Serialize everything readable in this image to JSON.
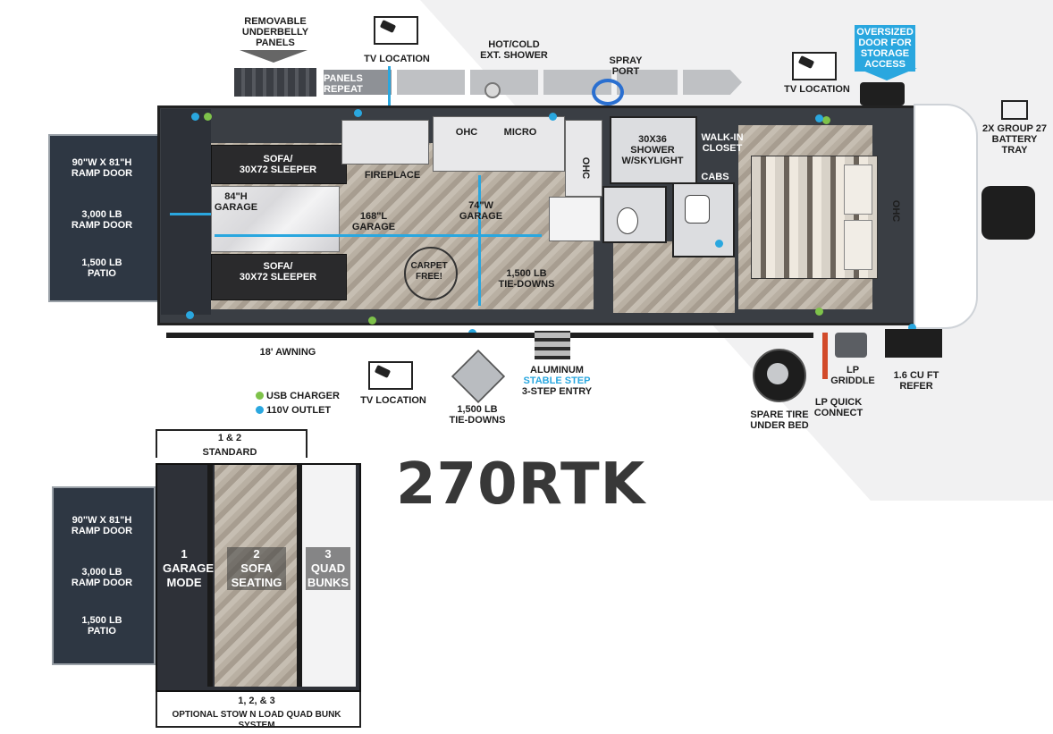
{
  "model": "270RTK",
  "top_labels": {
    "removable_underbelly": "REMOVABLE\nUNDERBELLY\nPANELS",
    "panels_repeat": "PANELS\nREPEAT",
    "tv_location_top": "TV LOCATION",
    "hot_cold_shower": "HOT/COLD\nEXT. SHOWER",
    "spray_port": "SPRAY\nPORT",
    "tv_location_right": "TV LOCATION",
    "oversized_door": "OVERSIZED\nDOOR FOR\nSTORAGE\nACCESS",
    "battery_tray": "2X GROUP 27\nBATTERY\nTRAY"
  },
  "ramp_labels": {
    "ramp_door_size": "90\"W x 81\"H\nRAMP DOOR",
    "ramp_door_weight": "3,000 LB\nRAMP DOOR",
    "patio": "1,500 LB\nPATIO"
  },
  "interior_labels": {
    "sofa_top": "SOFA/\n30x72 SLEEPER",
    "sofa_bottom": "SOFA/\n30x72 SLEEPER",
    "garage_height": "84\"H\nGARAGE",
    "garage_length": "168\"L\nGARAGE",
    "garage_width": "74\"W\nGARAGE",
    "fireplace": "FIREPLACE",
    "ohc_kitchen": "OHC",
    "micro": "MICRO",
    "ohc_side": "OHC",
    "shower": "30x36\nSHOWER\nw/SKYLIGHT",
    "walk_in_closet": "WALK-IN\nCLOSET",
    "cabs": "CABS",
    "ohc_bedroom": "OHC",
    "carpet_free": "CARPET\nFREE!",
    "tie_downs_interior": "1,500 LB\nTIE-DOWNS"
  },
  "bottom_labels": {
    "awning": "18' AWNING",
    "tv_location_bottom": "TV LOCATION",
    "tie_downs": "1,500 LB\nTIE-DOWNS",
    "aluminum": "ALUMINUM",
    "stable_step": "STABLE STEP",
    "entry": "3-STEP ENTRY",
    "spare_tire": "SPARE TIRE\nUNDER BED",
    "lp_quick": "LP QUICK\nCONNECT",
    "lp_griddle": "LP\nGRIDDLE",
    "refer": "1.6 CU FT\nREFER"
  },
  "legend": {
    "usb": "USB CHARGER",
    "outlet": "110V OUTLET"
  },
  "inset": {
    "standard_top": "1 & 2",
    "standard_label": "STANDARD",
    "mode1": "1\nGARAGE\nMODE",
    "mode2": "2\nSOFA\nSEATING",
    "mode3": "3\nQUAD\nBUNKS",
    "ramp_door_size": "90\"W x 81\"H\nRAMP DOOR",
    "ramp_door_weight": "3,000 LB\nRAMP DOOR",
    "patio": "1,500 LB\nPATIO",
    "bottom_nums": "1, 2, & 3",
    "bottom_label": "OPTIONAL STOW N LOAD QUAD BUNK SYSTEM"
  },
  "colors": {
    "accent_blue": "#2aa7df",
    "usb_green": "#7ec24a",
    "floor_dark": "#3a3e44"
  }
}
